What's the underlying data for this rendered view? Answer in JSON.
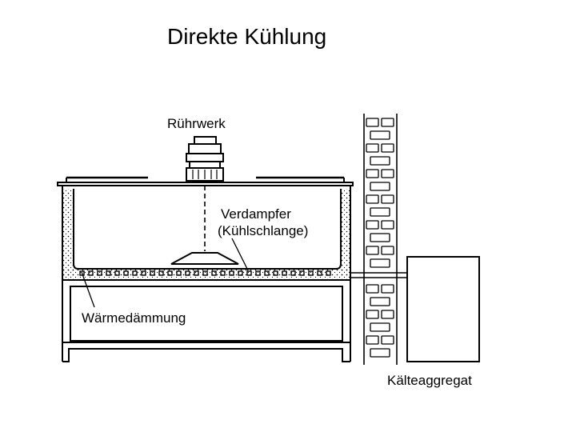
{
  "title": "Direkte Kühlung",
  "labels": {
    "stirrer": "Rührwerk",
    "evaporator_line1": "Verdampfer",
    "evaporator_line2": "(Kühlschlange)",
    "insulation": "Wärmedämmung",
    "refrigeration_unit": "Kälteaggregat"
  },
  "colors": {
    "ink": "#000000",
    "paper": "#ffffff"
  }
}
